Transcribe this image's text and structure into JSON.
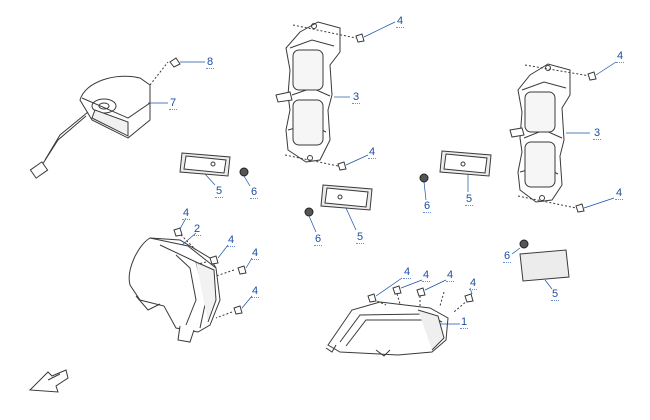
{
  "diagram": {
    "callouts": [
      {
        "id": "c4a",
        "label": "4"
      },
      {
        "id": "c8",
        "label": "8"
      },
      {
        "id": "c7",
        "label": "7"
      },
      {
        "id": "c3a",
        "label": "3"
      },
      {
        "id": "c4b",
        "label": "4"
      },
      {
        "id": "c4c",
        "label": "4"
      },
      {
        "id": "c3b",
        "label": "3"
      },
      {
        "id": "c4d",
        "label": "4"
      },
      {
        "id": "c5a",
        "label": "5"
      },
      {
        "id": "c6a",
        "label": "6"
      },
      {
        "id": "c6b",
        "label": "6"
      },
      {
        "id": "c5b",
        "label": "5"
      },
      {
        "id": "c5c",
        "label": "5"
      },
      {
        "id": "c6c",
        "label": "6"
      },
      {
        "id": "c4e",
        "label": "4"
      },
      {
        "id": "c2",
        "label": "2"
      },
      {
        "id": "c4f",
        "label": "4"
      },
      {
        "id": "c4g",
        "label": "4"
      },
      {
        "id": "c4h",
        "label": "4"
      },
      {
        "id": "c6d",
        "label": "6"
      },
      {
        "id": "c5d",
        "label": "5"
      },
      {
        "id": "c4i",
        "label": "4"
      },
      {
        "id": "c4j",
        "label": "4"
      },
      {
        "id": "c4k",
        "label": "4"
      },
      {
        "id": "c4l",
        "label": "4"
      },
      {
        "id": "c1",
        "label": "1"
      }
    ],
    "colors": {
      "line": "#3a3a3a",
      "callout": "#1a4fa3",
      "fill": "#ffffff",
      "shade": "#e6e6e6"
    }
  }
}
